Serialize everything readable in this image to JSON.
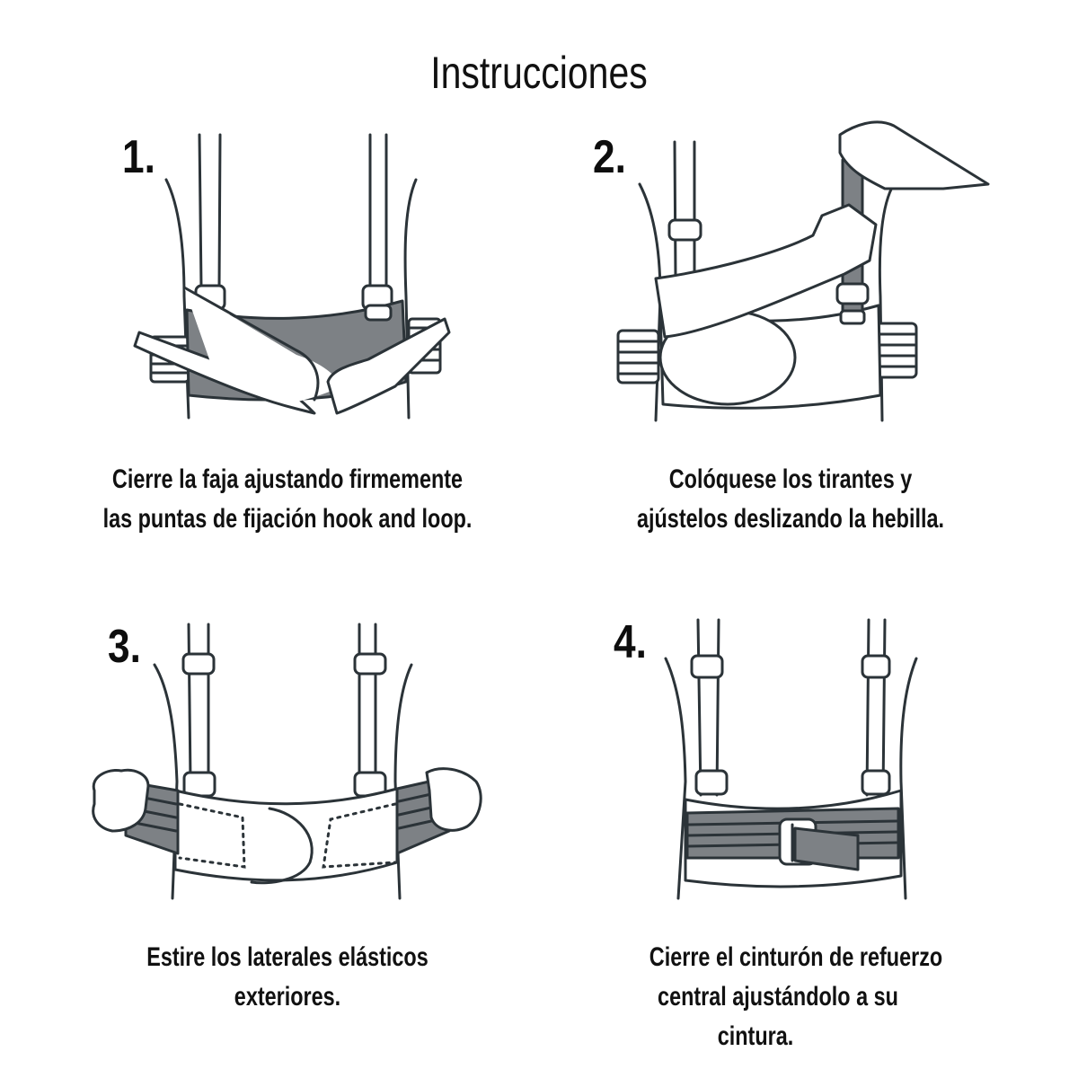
{
  "title": "Instrucciones",
  "colors": {
    "line": "#2b3338",
    "band_fill": "#7d8185",
    "text": "#111111",
    "background": "#ffffff"
  },
  "steps": [
    {
      "number": "1.",
      "caption_lines": [
        "Cierre la faja ajustando firmemente",
        "las puntas de fijación hook and loop."
      ],
      "illustration": "hands-closing-belt-illustration"
    },
    {
      "number": "2.",
      "caption_lines": [
        "Colóquese los tirantes y",
        "ajústelos deslizando la hebilla."
      ],
      "illustration": "hands-adjusting-suspender-illustration"
    },
    {
      "number": "3.",
      "caption_lines": [
        "Estire los laterales elásticos",
        "exteriores."
      ],
      "illustration": "hands-stretching-elastic-sides-illustration"
    },
    {
      "number": "4.",
      "caption_lines": [
        "Cierre el cinturón de refuerzo",
        "central ajustándolo a su",
        "cintura."
      ],
      "illustration": "belt-closed-with-central-strap-illustration"
    }
  ]
}
